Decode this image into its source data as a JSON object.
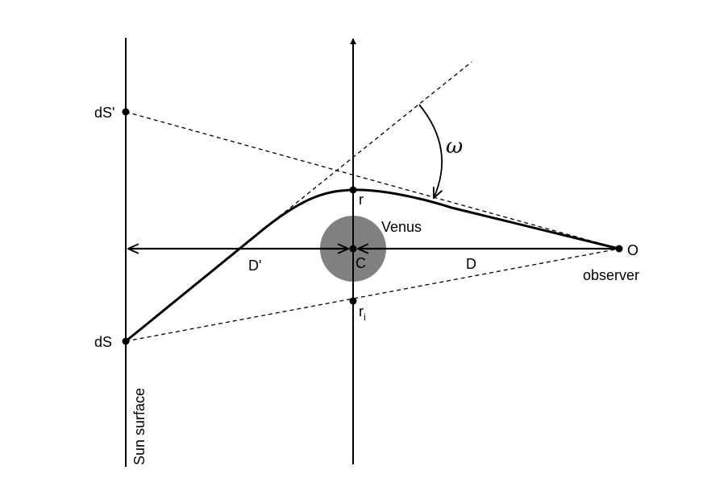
{
  "labels": {
    "ds_prime": "dS'",
    "ds": "dS",
    "r": "r",
    "r_i_main": "r",
    "r_i_sub": "i",
    "venus": "Venus",
    "c": "C",
    "d_prime": "D'",
    "d": "D",
    "o": "O",
    "observer": "observer",
    "sun_surface": "Sun surface",
    "omega": "ω"
  },
  "colors": {
    "line": "#000000",
    "venus_fill": "#808080",
    "background": "#ffffff"
  }
}
